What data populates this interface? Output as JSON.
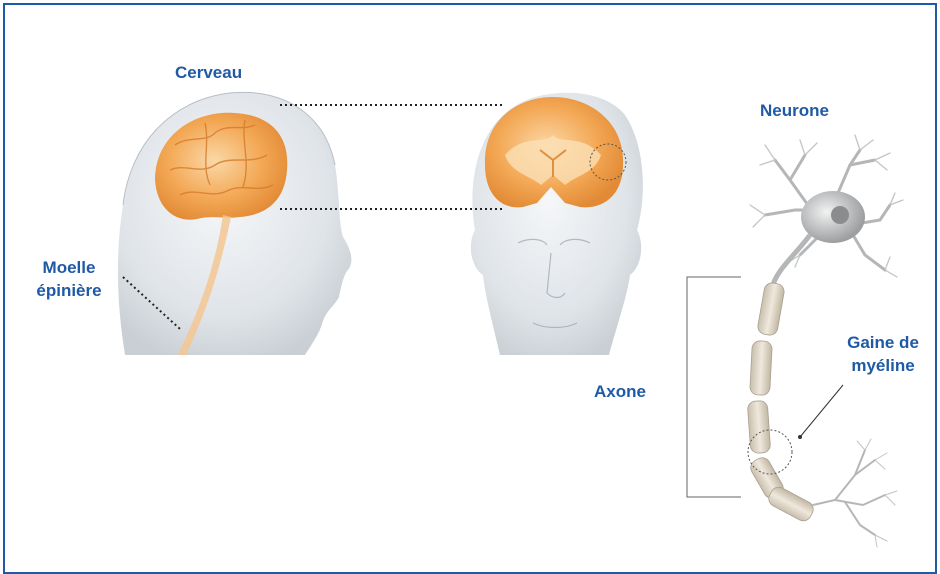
{
  "labels": {
    "brain": "Cerveau",
    "spinal_cord_line1": "Moelle",
    "spinal_cord_line2": "épinière",
    "neuron": "Neurone",
    "axon": "Axone",
    "myelin_line1": "Gaine de",
    "myelin_line2": "myéline"
  },
  "colors": {
    "frame": "#1f5aa6",
    "label_text": "#1f5aa6",
    "brain_orange": "#f0a14a",
    "head_skin": "#dde2e7",
    "neuron_gray": "#b4b6b8",
    "myelin_beige": "#d8cfc0"
  }
}
